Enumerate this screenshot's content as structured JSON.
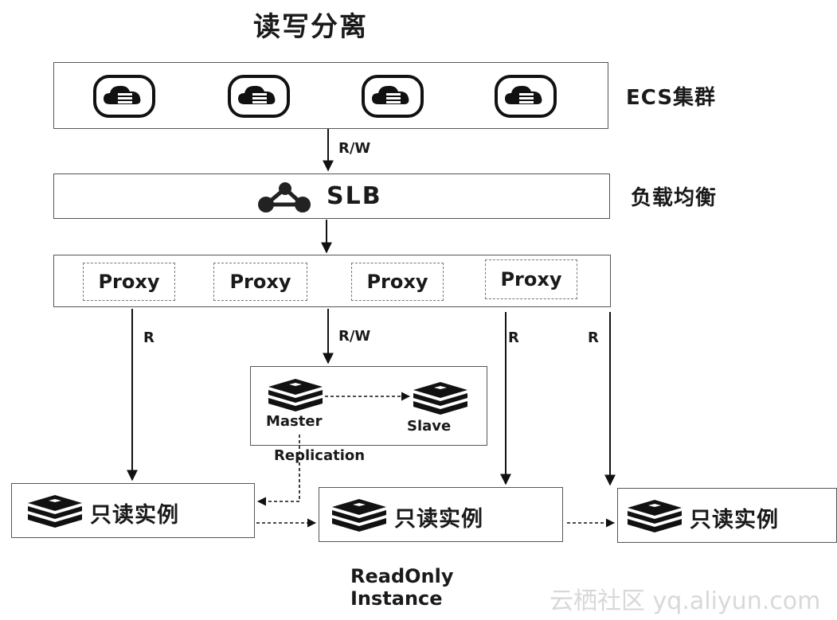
{
  "title": "读写分离",
  "ecs": {
    "label": "ECS集群",
    "servers": [
      "cloud-server-icon",
      "cloud-server-icon",
      "cloud-server-icon",
      "cloud-server-icon"
    ]
  },
  "slb": {
    "label": "SLB",
    "side_label": "负载均衡",
    "icon": "network-hub-icon"
  },
  "proxies": [
    "Proxy",
    "Proxy",
    "Proxy",
    "Proxy"
  ],
  "arrows": {
    "ecs_to_slb": "R/W",
    "proxy_left": "R",
    "proxy_center": "R/W",
    "proxy_right1": "R",
    "proxy_right2": "R"
  },
  "replication": {
    "master": "Master",
    "slave": "Slave",
    "label": "Replication"
  },
  "readonly": {
    "items": [
      "只读实例",
      "只读实例",
      "只读实例"
    ],
    "caption_line1": "ReadOnly",
    "caption_line2": "Instance"
  },
  "watermark": "云栖社区 yq.aliyun.com"
}
